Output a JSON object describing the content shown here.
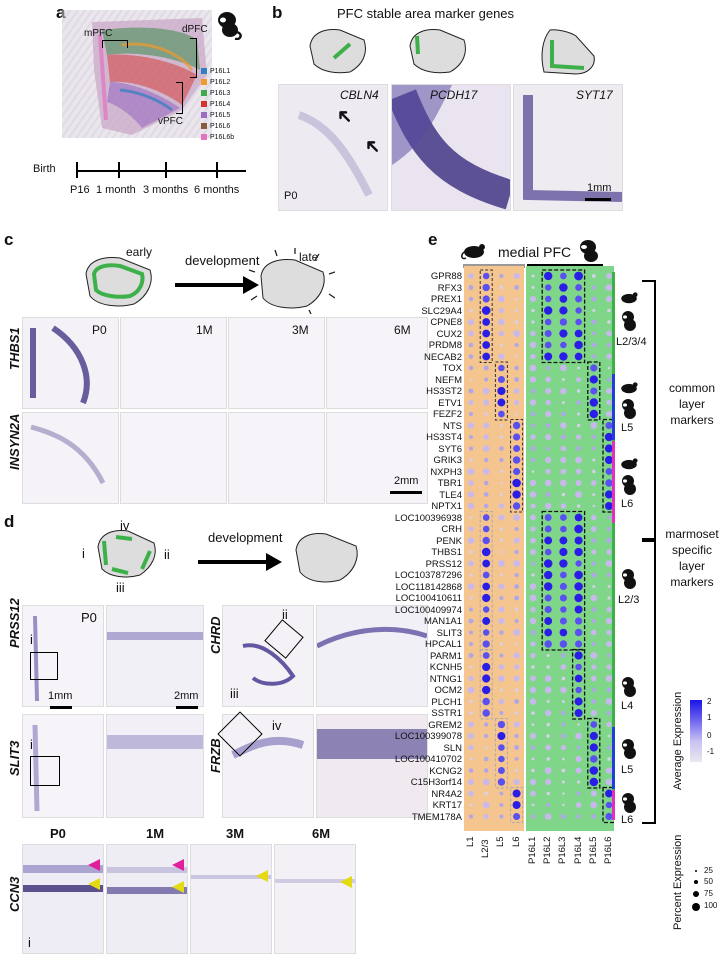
{
  "panel_a": {
    "label": "a",
    "regions": [
      "mPFC",
      "dPFC",
      "vPFC"
    ],
    "legend": [
      "P16L1",
      "P16L2",
      "P16L3",
      "P16L4",
      "P16L5",
      "P16L6",
      "P16L6b"
    ],
    "legend_colors": [
      "#2f7fc1",
      "#f39a2b",
      "#42a94b",
      "#d4342b",
      "#9a6cc2",
      "#8b5a3c",
      "#e373c1"
    ],
    "timeline_start": "Birth",
    "timeline": [
      "P16",
      "1 month",
      "3 months",
      "6 months"
    ]
  },
  "panel_b": {
    "label": "b",
    "title": "PFC stable area marker genes",
    "genes": [
      "CBLN4",
      "PCDH17",
      "SYT17"
    ],
    "age": "P0",
    "scale": "1mm"
  },
  "panel_c": {
    "label": "c",
    "early": "early",
    "late": "late",
    "arrow_label": "development",
    "ages": [
      "P0",
      "1M",
      "3M",
      "6M"
    ],
    "genes": [
      "THBS1",
      "INSYN2A"
    ],
    "scale": "2mm"
  },
  "panel_d": {
    "label": "d",
    "roman": [
      "i",
      "ii",
      "iii",
      "iv"
    ],
    "arrow_label": "development",
    "genes": [
      "PRSS12",
      "SLIT3",
      "CHRD",
      "FRZB",
      "CCN3"
    ],
    "age": "P0",
    "scale1": "1mm",
    "scale2": "2mm",
    "ccn3_ages": [
      "P0",
      "1M",
      "3M",
      "6M"
    ],
    "ccn3_roman": "i"
  },
  "panel_e": {
    "label": "e",
    "title": "medial PFC",
    "group_labels": {
      "common": "common layer markers",
      "marmoset": "marmoset specific layer markers"
    },
    "layer_tags": [
      "L2/3/4",
      "L5",
      "L6",
      "L2/3",
      "L4",
      "L5",
      "L6"
    ],
    "legend_avg_title": "Average Expression",
    "legend_avg_ticks": [
      "2",
      "1",
      "0",
      "-1"
    ],
    "legend_pct_title": "Percent Expression",
    "legend_pct_ticks": [
      "25",
      "50",
      "75",
      "100"
    ]
  },
  "chart_data": {
    "type": "dotplot",
    "x": [
      "L1",
      "L2/3",
      "L5",
      "L6",
      "P16L1",
      "P16L2",
      "P16L3",
      "P16L4",
      "P16L5",
      "P16L6"
    ],
    "genes": [
      "GPR88",
      "RFX3",
      "PREX1",
      "SLC29A4",
      "CPNE8",
      "CUX2",
      "PRDM8",
      "NECAB2",
      "TOX",
      "NEFM",
      "HS3ST2",
      "ETV1",
      "FEZF2",
      "NTS",
      "HS3ST4",
      "SYT6",
      "GRIK3",
      "NXPH3",
      "TBR1",
      "TLE4",
      "NPTX1",
      "LOC100396938",
      "CRH",
      "PENK",
      "THBS1",
      "PRSS12",
      "LOC103787296",
      "LOC118142868",
      "LOC100410611",
      "LOC100409974",
      "MAN1A1",
      "SLIT3",
      "HPCAL1",
      "PARM1",
      "KCNH5",
      "NTNG1",
      "OCM2",
      "PLCH1",
      "SSTR1",
      "GREM2",
      "LOC100399078",
      "SLN",
      "LOC100410702",
      "KCNG2",
      "C15H3orf14",
      "NR4A2",
      "KRT17",
      "TMEM178A"
    ],
    "highlight": [
      {
        "genes": [
          0,
          7
        ],
        "mouse": [
          1,
          1
        ],
        "marmoset": [
          1,
          3
        ]
      },
      {
        "genes": [
          8,
          12
        ],
        "mouse": [
          2,
          2
        ],
        "marmoset": [
          4,
          4
        ]
      },
      {
        "genes": [
          13,
          20
        ],
        "mouse": [
          3,
          3
        ],
        "marmoset": [
          5,
          5
        ]
      },
      {
        "genes": [
          21,
          32
        ],
        "mouse": [
          1,
          1
        ],
        "marmoset": [
          1,
          3
        ]
      },
      {
        "genes": [
          33,
          38
        ],
        "mouse": [
          1,
          1
        ],
        "marmoset": [
          3,
          3
        ]
      },
      {
        "genes": [
          39,
          44
        ],
        "mouse": [
          2,
          2
        ],
        "marmoset": [
          4,
          4
        ]
      },
      {
        "genes": [
          45,
          47
        ],
        "mouse": [
          3,
          3
        ],
        "marmoset": [
          5,
          5
        ]
      }
    ],
    "ylim": [
      -1,
      2
    ]
  }
}
